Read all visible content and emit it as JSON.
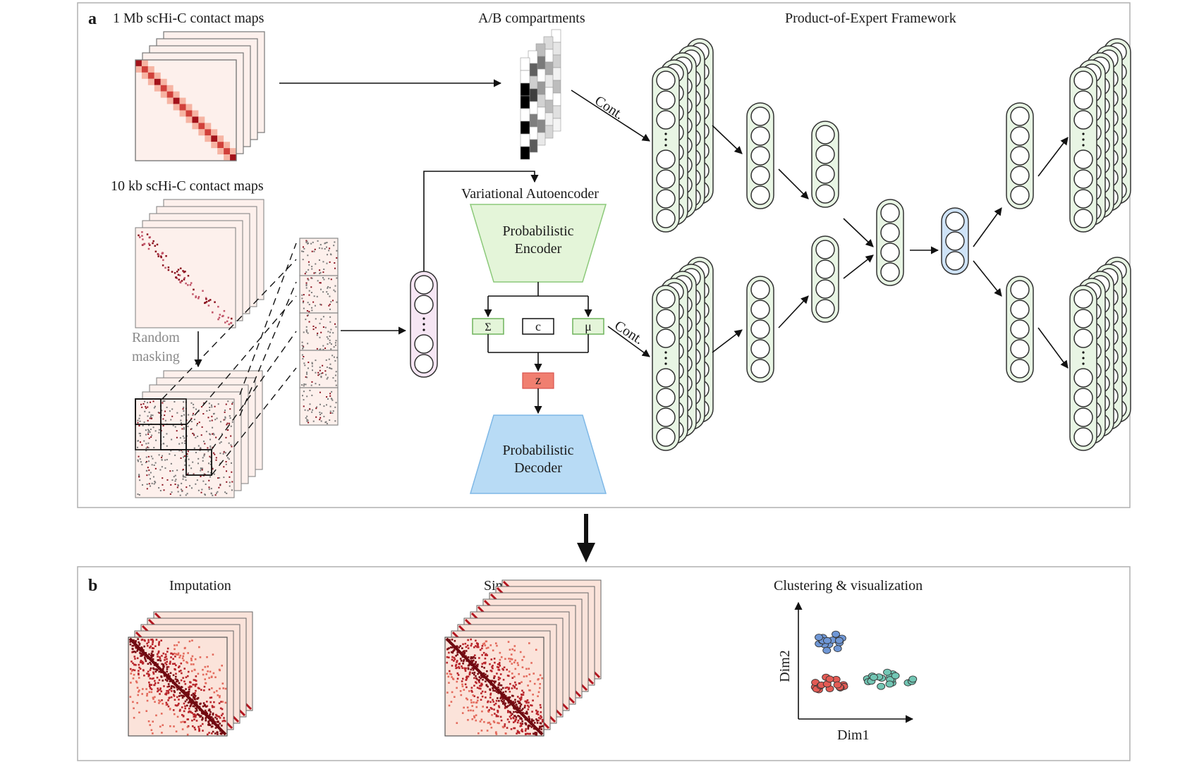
{
  "panel_a": {
    "letter": "a",
    "title_1mb": "1 Mb scHi-C contact maps",
    "title_10kb": "10 kb  scHi-C contact maps",
    "title_ab": "A/B compartments",
    "title_poe": "Product-of-Expert Framework",
    "title_vae": "Variational Autoencoder",
    "encoder_line1": "Probabilistic",
    "encoder_line2": "Encoder",
    "decoder_line1": "Probabilistic",
    "decoder_line2": "Decoder",
    "sigma": "Σ",
    "c": "c",
    "mu": "μ",
    "z": "z",
    "random_1": "Random",
    "random_2": "masking",
    "cont_top": "Cont.",
    "cont_bottom": "Cont."
  },
  "panel_b": {
    "letter": "b",
    "imputation": "Imputation",
    "simulation": "Simulation",
    "clustering": "Clustering & visualization",
    "dim1": "Dim1",
    "dim2": "Dim2"
  },
  "colors": {
    "node_green": "#e8f5e4",
    "node_blue": "#cfe3f7",
    "node_pink": "#f6e6f4",
    "encoder": "#e4f5d9",
    "decoder": "#b8dbf5",
    "z_box": "#f07f70",
    "cluster_blue": "#6f97d6",
    "cluster_red": "#e35b55",
    "cluster_teal": "#72c6b4"
  }
}
